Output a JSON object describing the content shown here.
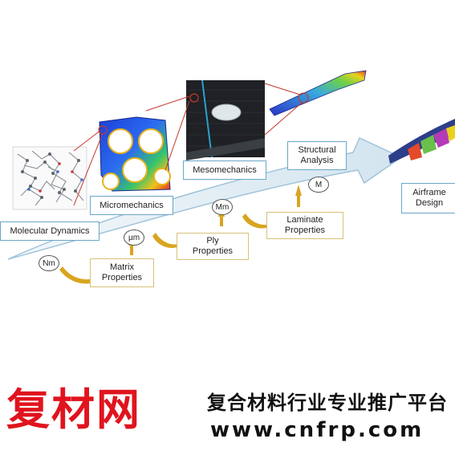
{
  "stages": {
    "molecular_dynamics": "Molecular Dynamics",
    "micromechanics": "Micromechanics",
    "mesomechanics": "Mesomechanics",
    "structural_analysis": "Structural\nAnalysis",
    "airframe_design": "Airframe\nDesign"
  },
  "properties": {
    "matrix": "Matrix\nProperties",
    "ply": "Ply\nProperties",
    "laminate": "Laminate\nProperties"
  },
  "units": {
    "nm": "Nm",
    "um": "µm",
    "mm": "Mm",
    "m": "M"
  },
  "colors": {
    "arrow_fill": "#e3eef5",
    "label_border": "#6aa6c8",
    "property_arrow": "#d9a520",
    "connector": "#c0392b",
    "brand_red": "#e0141e"
  },
  "banner": {
    "brand": "复材网",
    "slogan": "复合材料行业专业推广平台",
    "url": "www.cnfrp.com"
  }
}
